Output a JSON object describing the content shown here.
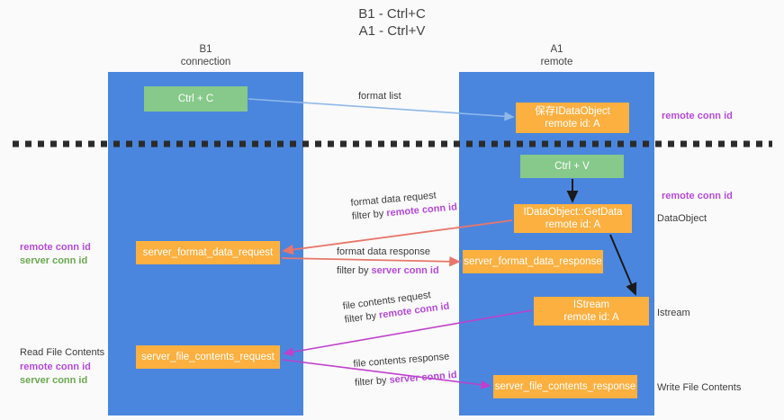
{
  "title": {
    "line1": "B1 - Ctrl+C",
    "line2": "A1 - Ctrl+V"
  },
  "lanes": [
    {
      "name": "B1",
      "sub": "connection",
      "color": "#4a86de"
    },
    {
      "name": "A1",
      "sub": "remote",
      "color": "#4a86de"
    }
  ],
  "boxes": {
    "ctrl_c": "Ctrl + C",
    "data_object": {
      "line1": "保存IDataObject",
      "line2": "remote id: A"
    },
    "ctrl_v": "Ctrl + V",
    "get_data": {
      "line1": "IDataObject::GetData",
      "line2": "remote id: A"
    },
    "server_format_data_request": "server_format_data_request",
    "server_format_data_response": "server_format_data_response",
    "istream": {
      "line1": "IStream",
      "line2": "remote id: A"
    },
    "server_file_contents_request": "server_file_contents_request",
    "server_file_contents_response": "server_file_contents_response"
  },
  "edges": {
    "format_list": "format list",
    "format_data_request": "format data request",
    "format_data_request_filter_prefix": "filter by ",
    "format_data_request_filter_key": "remote conn id",
    "format_data_response": "format data response",
    "format_data_response_filter_prefix": "filter by ",
    "format_data_response_filter_key": "server conn id",
    "file_contents_request": "file contents request",
    "file_contents_request_filter_prefix": "filter by ",
    "file_contents_request_filter_key": "remote conn id",
    "file_contents_response": "file contents response",
    "file_contents_response_filter_prefix": "filter by ",
    "file_contents_response_filter_key": "server conn id"
  },
  "annotations": {
    "right_remote_conn_id_top": "remote conn id",
    "right_remote_conn_id_mid": "remote conn id",
    "right_dataobject": "DataObject",
    "right_istream": "Istream",
    "right_write_file_contents": "Write File Contents",
    "left_remote_conn_id": "remote conn id",
    "left_server_conn_id": "server conn id",
    "left_read_file_contents": "Read File Contents",
    "left_remote_conn_id_2": "remote conn id",
    "left_server_conn_id_2": "server conn id"
  },
  "colors": {
    "lane": "#4a86de",
    "green_box": "#86c98a",
    "orange_box": "#fbb040",
    "remote_conn_id": "#b44bd6",
    "server_conn_id": "#6aa84f",
    "arrow_blue": "#8fb8e8",
    "arrow_red": "#e8766a",
    "arrow_magenta": "#c040cc",
    "arrow_black": "#1a1a1a",
    "divider": "#2b2b2b",
    "background": "#fafafa"
  }
}
